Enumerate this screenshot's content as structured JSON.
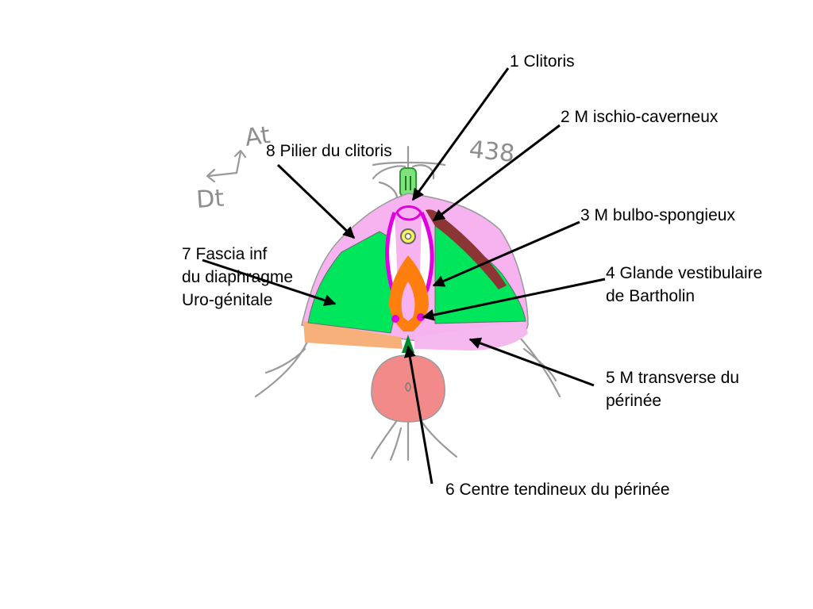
{
  "labels": {
    "l1": [
      "1 Clitoris"
    ],
    "l2": [
      "2 M ischio-caverneux"
    ],
    "l3": [
      "3 M bulbo-spongieux"
    ],
    "l4": [
      "4 Glande vestibulaire",
      "de Bartholin"
    ],
    "l5": [
      "5 M transverse du",
      "périnée"
    ],
    "l6": [
      "6 Centre tendineux du périnée"
    ],
    "l7": [
      "7 Fascia inf",
      "du diaphragme",
      "Uro-génitale"
    ],
    "l8": [
      "8 Pilier du clitoris"
    ]
  },
  "sketch": {
    "orientation_ant": "At",
    "orientation_right": "Dt",
    "page_number": "438"
  },
  "colors": {
    "green": "#00e65c",
    "pink": "#f7b3f0",
    "magenta": "#e000e0",
    "orange": "#ff7f0e",
    "peach": "#f8b07a",
    "salmon": "#f28a8a",
    "brown": "#8b3535",
    "dark_green": "#008a2e",
    "pencil": "#9a9a9a"
  }
}
